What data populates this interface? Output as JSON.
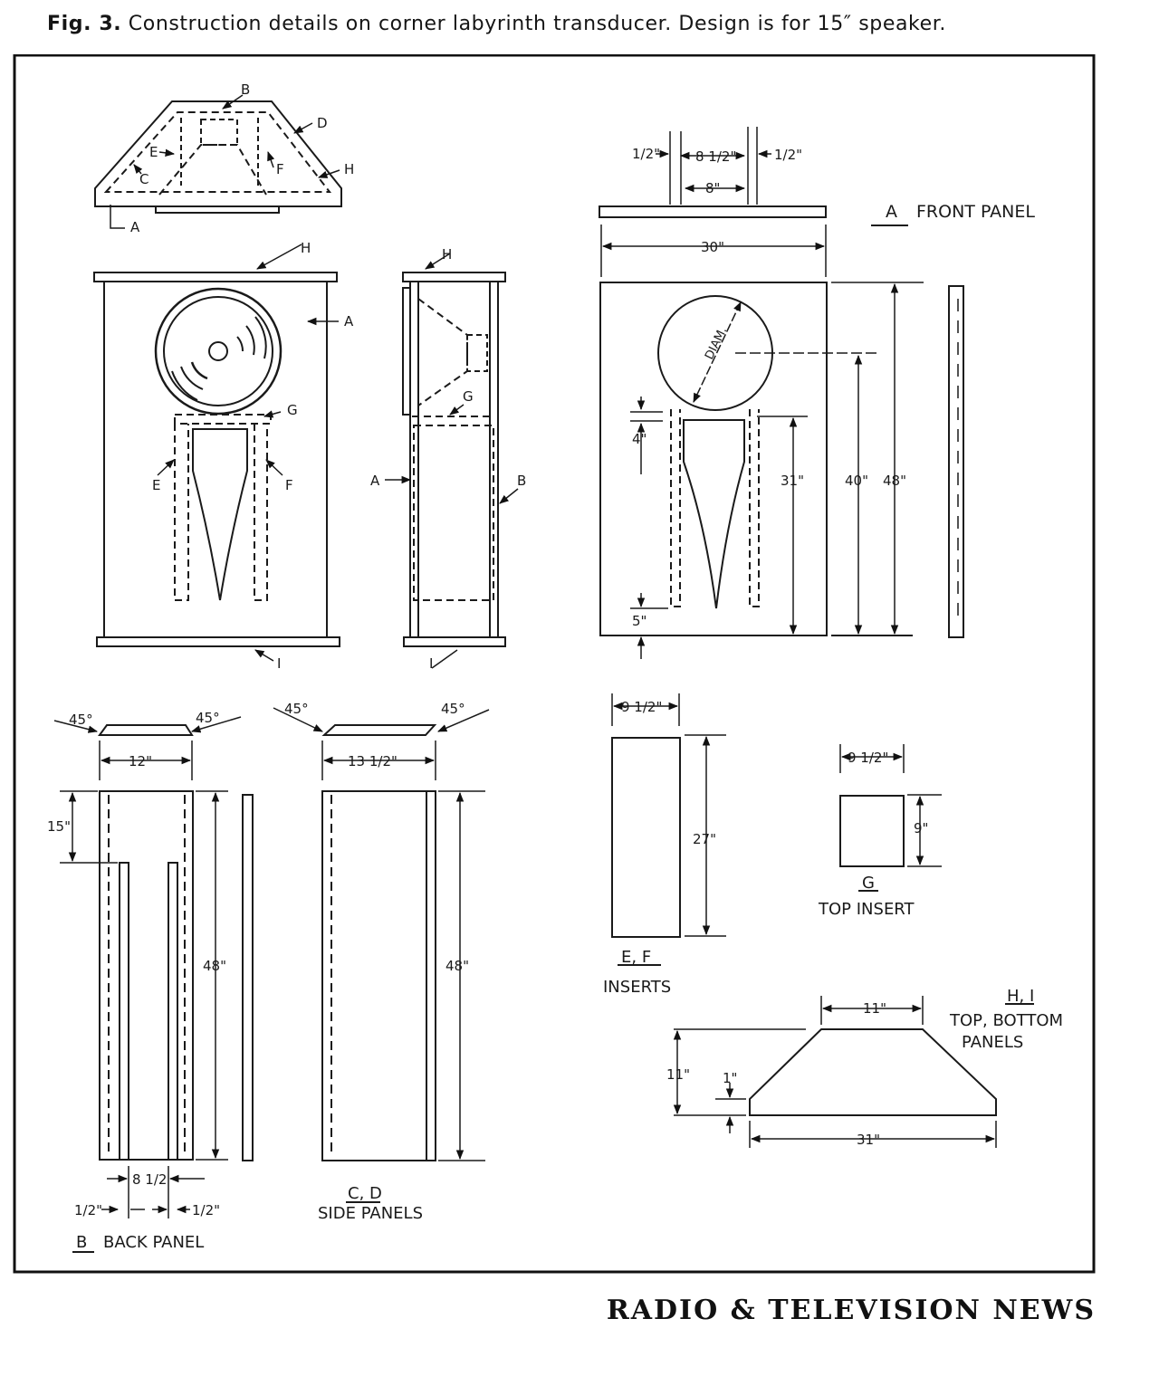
{
  "caption": {
    "fig": "Fig. 3.",
    "text": "Construction details on corner labyrinth transducer. Design is for 15″ speaker."
  },
  "masthead": "RADIO & TELEVISION NEWS",
  "labels": {
    "A": "A",
    "B": "B",
    "C": "C",
    "D": "D",
    "E": "E",
    "F": "F",
    "G": "G",
    "H": "H",
    "I": "I"
  },
  "front_panel": {
    "letter": "A",
    "title": "FRONT PANEL",
    "half1": "1/2\"",
    "gap": "8 1/2\"",
    "half2": "1/2\"",
    "inner": "8\"",
    "width": "30\"",
    "diam": "DIAM.",
    "d4": "4\"",
    "d5": "5\"",
    "d31": "31\"",
    "d40": "40\"",
    "d48": "48\""
  },
  "back_panel": {
    "letter": "B",
    "title": "BACK PANEL",
    "angle_l": "45°",
    "angle_r": "45°",
    "width": "12\"",
    "d15": "15\"",
    "d48": "48\"",
    "slot": "8 1/2",
    "half1": "1/2\"",
    "half2": "1/2\""
  },
  "side_panels": {
    "letters": "C, D",
    "title": "SIDE PANELS",
    "angle_l": "45°",
    "angle_r": "45°",
    "width": "13 1/2\"",
    "d48": "48\""
  },
  "inserts": {
    "letters": "E, F",
    "title": "INSERTS",
    "width": "9 1/2\"",
    "height": "27\""
  },
  "top_insert": {
    "letter": "G",
    "title": "TOP INSERT",
    "width": "9 1/2\"",
    "height": "9\""
  },
  "top_bottom": {
    "letters": "H, I",
    "title1": "TOP, BOTTOM",
    "title2": "PANELS",
    "top": "11\"",
    "depth": "11\"",
    "edge": "1\"",
    "base": "31\""
  }
}
